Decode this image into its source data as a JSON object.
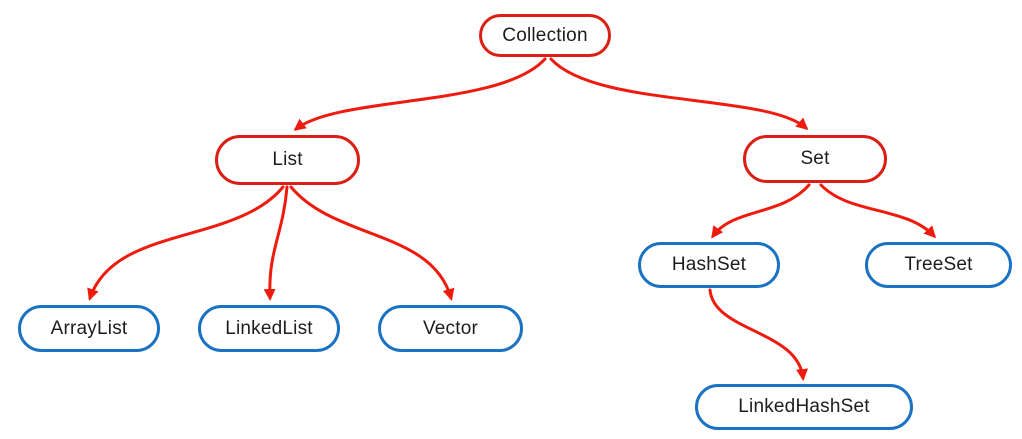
{
  "colors": {
    "red-border": "#da1f14",
    "blue-border": "#1a72c2",
    "edge-color": "#ee1b0e",
    "text-color": "#1d1d1d",
    "bg-color": "#ffffff"
  },
  "nodes": {
    "collection": {
      "label": "Collection",
      "style": "red"
    },
    "list": {
      "label": "List",
      "style": "red"
    },
    "set": {
      "label": "Set",
      "style": "red"
    },
    "arraylist": {
      "label": "ArrayList",
      "style": "blue"
    },
    "linkedlist": {
      "label": "LinkedList",
      "style": "blue"
    },
    "vector": {
      "label": "Vector",
      "style": "blue"
    },
    "hashset": {
      "label": "HashSet",
      "style": "blue"
    },
    "treeset": {
      "label": "TreeSet",
      "style": "blue"
    },
    "linkedhashset": {
      "label": "LinkedHashSet",
      "style": "blue"
    }
  },
  "edges": [
    {
      "from": "Collection",
      "to": "List"
    },
    {
      "from": "Collection",
      "to": "Set"
    },
    {
      "from": "List",
      "to": "ArrayList"
    },
    {
      "from": "List",
      "to": "LinkedList"
    },
    {
      "from": "List",
      "to": "Vector"
    },
    {
      "from": "Set",
      "to": "HashSet"
    },
    {
      "from": "Set",
      "to": "TreeSet"
    },
    {
      "from": "HashSet",
      "to": "LinkedHashSet"
    }
  ]
}
